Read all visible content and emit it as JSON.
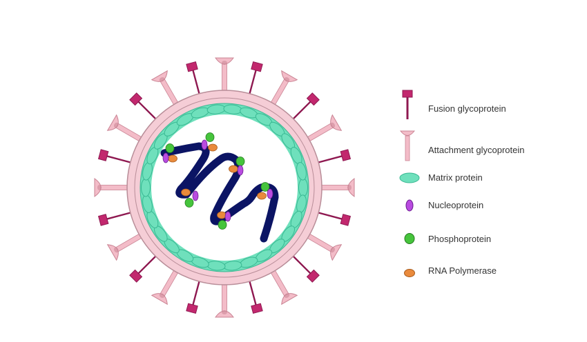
{
  "colors": {
    "fusion": "#c2286e",
    "fusion_dark": "#8e1850",
    "attachment": "#f3bcc8",
    "attachment_dark": "#c98393",
    "membrane": "#f5cdd6",
    "membrane_dark": "#b88d98",
    "matrix": "#6fe0bc",
    "matrix_dark": "#38b892",
    "rna": "#0b1464",
    "nucleoprotein": "#b94be0",
    "nucleoprotein_dark": "#6a1d8f",
    "phosphoprotein": "#46c43c",
    "phosphoprotein_dark": "#257a1f",
    "polymerase": "#e98a3c",
    "polymerase_dark": "#a65a1c"
  },
  "legend": {
    "fusion": "Fusion glycoprotein",
    "attachment": "Attachment glycoprotein",
    "matrix": "Matrix protein",
    "nucleoprotein": "Nucleoprotein",
    "phosphoprotein": "Phosphoprotein",
    "polymerase": "RNA Polymerase"
  }
}
